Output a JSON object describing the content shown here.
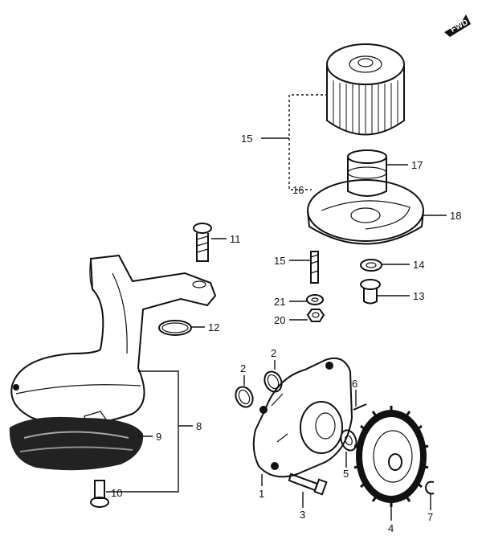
{
  "direction_badge": "FWD",
  "callouts": {
    "c1": "1",
    "c2a": "2",
    "c2b": "2",
    "c3": "3",
    "c4": "4",
    "c5": "5",
    "c6": "6",
    "c7": "7",
    "c8": "8",
    "c9": "9",
    "c10": "10",
    "c11": "11",
    "c12": "12",
    "c13": "13",
    "c14": "14",
    "c15a": "15",
    "c15b": "15",
    "c16": "16",
    "c17": "17",
    "c18": "18",
    "c20": "20",
    "c21": "21"
  }
}
